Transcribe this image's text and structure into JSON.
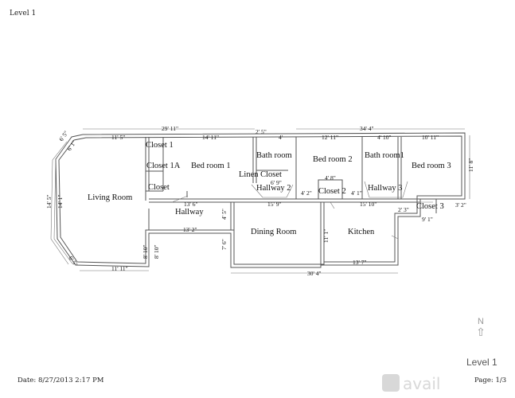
{
  "header": {
    "title": "Level 1"
  },
  "footer": {
    "date_label": "Date:",
    "date_value": "8/27/2013 2:17 PM",
    "page_label": "Page: 1/3"
  },
  "compass": {
    "letter": "N",
    "level_label": "Level 1"
  },
  "watermark": {
    "text": "avail"
  },
  "rooms": {
    "living_room": "Living Room",
    "closet1": "Closet 1",
    "closet1a": "Closet 1A",
    "closet": "Closet",
    "bedroom1": "Bed room 1",
    "bathroom": "Bath room",
    "linen_closet": "Linen Closet",
    "hallway2": "Hallway 2",
    "bedroom2": "Bed room 2",
    "closet2": "Closet 2",
    "bathroom1": "Bath room1",
    "hallway3": "Hallway 3",
    "bedroom3": "Bed room 3",
    "closet3": "Closet 3",
    "hallway": "Hallway",
    "dining_room": "Dining Room",
    "kitchen": "Kitchen"
  },
  "dims": {
    "d_29_11": "29' 11\"",
    "d_34_4": "34' 4\"",
    "d_11_5": "11' 5\"",
    "d_14_11": "14' 11\"",
    "d_2_5": "2' 5\"",
    "d_4": "4'",
    "d_12_11": "12' 11\"",
    "d_4_10": "4' 10\"",
    "d_10_11": "10' 11\"",
    "d_6_5": "6' 5\"",
    "d_6_1": "6' 1\"",
    "d_14_5": "14' 5\"",
    "d_14_1": "14' 1\"",
    "d_13_6": "13' 6\"",
    "d_15_9": "15' 9\"",
    "d_4_2": "4' 2\"",
    "d_4_1": "4' 1\"",
    "d_15_10": "15' 10\"",
    "d_13_2": "13' 2\"",
    "d_8_10a": "8' 10\"",
    "d_8_10b": "8' 10\"",
    "d_11_11": "11' 11\"",
    "d_30_4": "30' 4\"",
    "d_13_7": "13' 7\"",
    "d_11_1": "11' 1\"",
    "d_9_1": "9' 1\"",
    "d_2_3": "2' 3\"",
    "d_11_8": "11' 8\"",
    "d_7_6": "7' 6\"",
    "d_4_5": "4' 5\"",
    "d_3_2": "3' 2\"",
    "d_6_9": "6' 9\"",
    "d_4_8": "4' 8\"",
    "d_6_5b": "6' 5\""
  }
}
